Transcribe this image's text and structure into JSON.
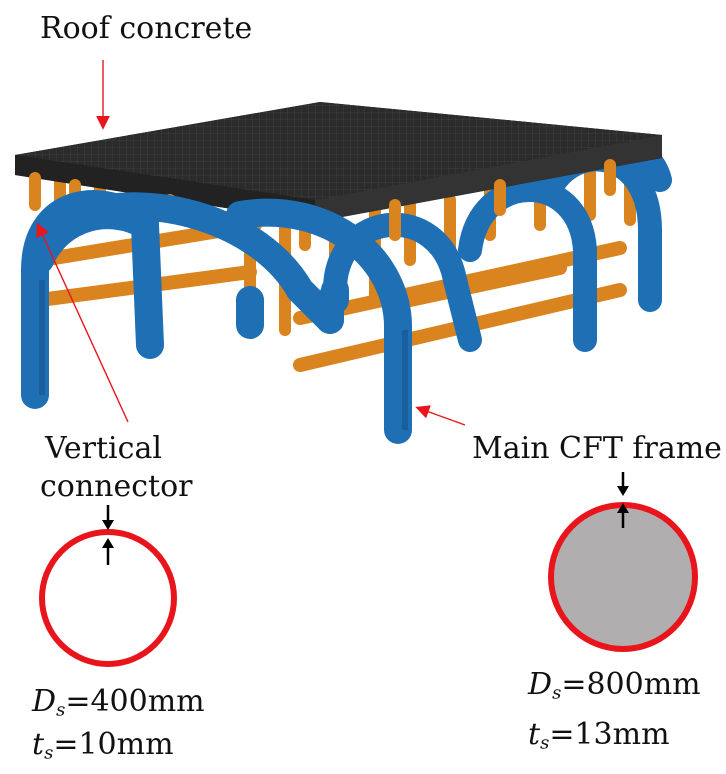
{
  "labels": {
    "roof_concrete": "Roof concrete",
    "vertical_connector_line1": "Vertical",
    "vertical_connector_line2": "connector",
    "main_cft_frame": "Main CFT frame"
  },
  "vertical_connector_section": {
    "d_symbol": "D",
    "t_symbol": "t",
    "subscript": "s",
    "d_value": "=400mm",
    "t_value": "=10mm"
  },
  "main_cft_section": {
    "d_symbol": "D",
    "t_symbol": "t",
    "subscript": "s",
    "d_value": "=800mm",
    "t_value": "=13mm"
  },
  "colors": {
    "roof": "#2b2b2b",
    "roof_mesh": "#4a4a4a",
    "cft_frame": "#1f6fb4",
    "cft_frame_dark": "#144f86",
    "connector": "#d9841f",
    "connector_dark": "#a8610f",
    "section_ring": "#e8161c",
    "section_fill": "#b0aeae",
    "arrow_pointer": "#e8161c"
  }
}
